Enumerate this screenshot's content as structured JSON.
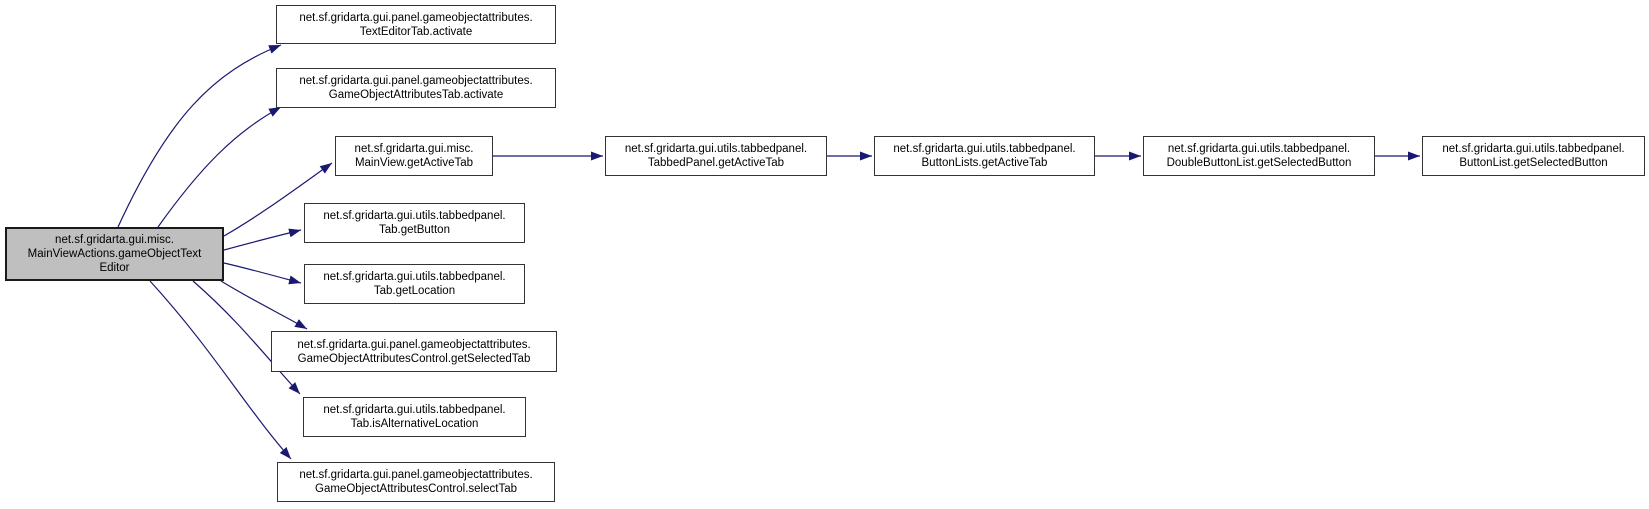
{
  "diagram": {
    "type": "call-graph",
    "colors": {
      "background": "#ffffff",
      "edge": "#191970",
      "node_fill": "#ffffff",
      "node_border": "#333333",
      "root_fill": "#bfbfbf"
    },
    "nodes": {
      "root": "net.sf.gridarta.gui.misc.\nMainViewActions.gameObjectText\nEditor",
      "text_editor_tab_activate": "net.sf.gridarta.gui.panel.gameobjectattributes.\nTextEditorTab.activate",
      "game_object_attributes_tab_activate": "net.sf.gridarta.gui.panel.gameobjectattributes.\nGameObjectAttributesTab.activate",
      "main_view_get_active_tab": "net.sf.gridarta.gui.misc.\nMainView.getActiveTab",
      "tab_get_button": "net.sf.gridarta.gui.utils.tabbedpanel.\nTab.getButton",
      "tab_get_location": "net.sf.gridarta.gui.utils.tabbedpanel.\nTab.getLocation",
      "goac_get_selected_tab": "net.sf.gridarta.gui.panel.gameobjectattributes.\nGameObjectAttributesControl.getSelectedTab",
      "tab_is_alternative_location": "net.sf.gridarta.gui.utils.tabbedpanel.\nTab.isAlternativeLocation",
      "goac_select_tab": "net.sf.gridarta.gui.panel.gameobjectattributes.\nGameObjectAttributesControl.selectTab",
      "tabbed_panel_get_active_tab": "net.sf.gridarta.gui.utils.tabbedpanel.\nTabbedPanel.getActiveTab",
      "button_lists_get_active_tab": "net.sf.gridarta.gui.utils.tabbedpanel.\nButtonLists.getActiveTab",
      "double_button_list_get_selected_button": "net.sf.gridarta.gui.utils.tabbedpanel.\nDoubleButtonList.getSelectedButton",
      "button_list_get_selected_button": "net.sf.gridarta.gui.utils.tabbedpanel.\nButtonList.getSelectedButton"
    },
    "edges": [
      {
        "from": "root",
        "to": "text_editor_tab_activate"
      },
      {
        "from": "root",
        "to": "game_object_attributes_tab_activate"
      },
      {
        "from": "root",
        "to": "main_view_get_active_tab"
      },
      {
        "from": "root",
        "to": "tab_get_button"
      },
      {
        "from": "root",
        "to": "tab_get_location"
      },
      {
        "from": "root",
        "to": "goac_get_selected_tab"
      },
      {
        "from": "root",
        "to": "tab_is_alternative_location"
      },
      {
        "from": "root",
        "to": "goac_select_tab"
      },
      {
        "from": "main_view_get_active_tab",
        "to": "tabbed_panel_get_active_tab"
      },
      {
        "from": "tabbed_panel_get_active_tab",
        "to": "button_lists_get_active_tab"
      },
      {
        "from": "button_lists_get_active_tab",
        "to": "double_button_list_get_selected_button"
      },
      {
        "from": "double_button_list_get_selected_button",
        "to": "button_list_get_selected_button"
      }
    ]
  }
}
